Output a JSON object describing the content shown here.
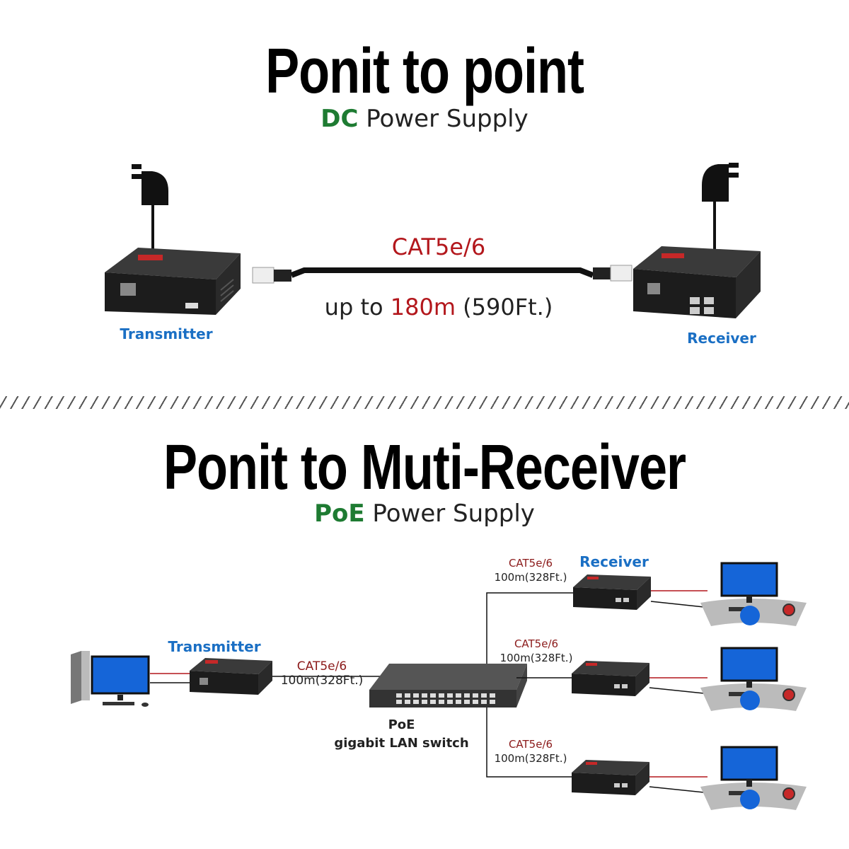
{
  "section1": {
    "title": "Ponit to point",
    "subtitle_power": "DC",
    "subtitle_rest": " Power Supply",
    "cable_type": "CAT5e/6",
    "distance_prefix": "up to ",
    "distance_value": "180m",
    "distance_suffix": " (590Ft.)",
    "transmitter_label": "Transmitter",
    "receiver_label": "Receiver"
  },
  "section2": {
    "title": "Ponit to Muti-Receiver",
    "subtitle_power": "PoE",
    "subtitle_rest": " Power Supply",
    "transmitter_label": "Transmitter",
    "receiver_label": "Receiver",
    "switch_line1": "PoE",
    "switch_line2": "gigabit LAN switch",
    "links": [
      {
        "cable": "CAT5e/6",
        "distance": "100m(328Ft.)"
      },
      {
        "cable": "CAT5e/6",
        "distance": "100m(328Ft.)"
      },
      {
        "cable": "CAT5e/6",
        "distance": "100m(328Ft.)"
      },
      {
        "cable": "CAT5e/6",
        "distance": "100m(328Ft.)"
      }
    ]
  },
  "colors": {
    "green": "#1e7b32",
    "blue": "#1a6fc4",
    "red": "#b3171c",
    "screen": "#1565d8"
  }
}
